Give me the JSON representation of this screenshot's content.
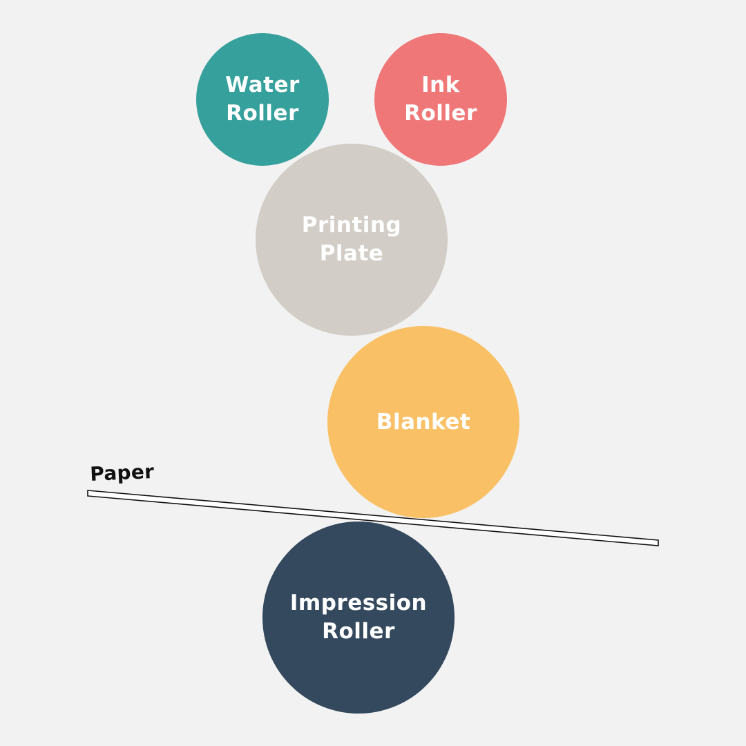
{
  "colors": {
    "background": "#f2f2f2",
    "water_roller": "#36a09c",
    "ink_roller": "#f07777",
    "printing_plate": "#d2cdc6",
    "blanket": "#f9c066",
    "impression_roller": "#34495d",
    "paper_stroke": "#111111",
    "paper_fill": "#ffffff"
  },
  "rollers": {
    "water": {
      "line1": "Water",
      "line2": "Roller"
    },
    "ink": {
      "line1": "Ink",
      "line2": "Roller"
    },
    "plate": {
      "line1": "Printing",
      "line2": "Plate"
    },
    "blanket": {
      "line1": "Blanket"
    },
    "impression": {
      "line1": "Impression",
      "line2": "Roller"
    }
  },
  "paper": {
    "label": "Paper"
  }
}
